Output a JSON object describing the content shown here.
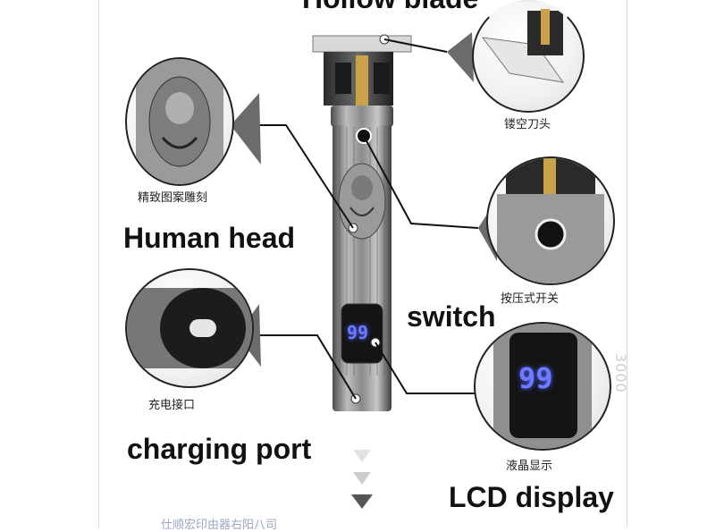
{
  "labels": {
    "hollow_blade_en": "Hollow blade",
    "hollow_blade_cn": "镂空刀头",
    "engraving_cn": "精致图案雕刻",
    "human_head_en": "Human head",
    "switch_cn": "按压式开关",
    "switch_en": "switch",
    "charging_cn": "充电接口",
    "charging_en": "charging port",
    "lcd_cn": "液晶显示",
    "lcd_en": "LCD display"
  },
  "lcd": {
    "main_value": "99",
    "zoom_value": "99"
  },
  "watermark": "3000",
  "bottom_text": "仕顺宏印由器右阳八司",
  "colors": {
    "lcd_glow": "#6c7bff",
    "body_metal": "#8a8a8a",
    "arrow": "#555555"
  }
}
